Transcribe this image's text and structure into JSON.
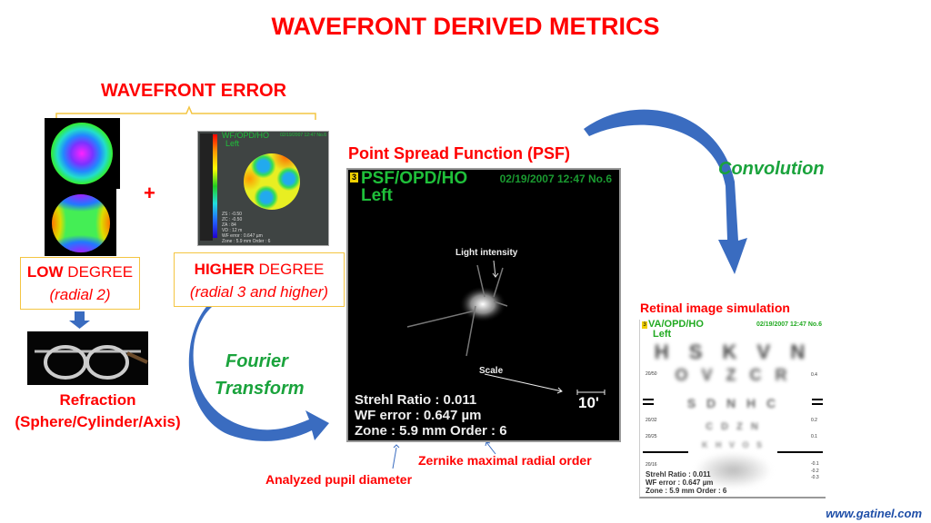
{
  "title": "WAVEFRONT DERIVED METRICS",
  "wavefront_error": {
    "title": "WAVEFRONT ERROR",
    "plus": "+",
    "low": {
      "strong": "LOW",
      "rest": " DEGREE",
      "sub": "(radial 2)"
    },
    "higher": {
      "strong": "HIGHER",
      "rest": " DEGREE",
      "sub": "(radial 3 and higher)"
    },
    "ho_map": {
      "header": "WF/OPD/HO",
      "eye": "Left",
      "date": "02/19/2007 12:47 No.6",
      "lines": [
        "ZS : -0.50",
        "ZC : -0.50",
        "ZA : 84",
        "VD : 12 m"
      ],
      "wf_error": "WF error : 0.647 µm",
      "zone": "Zone : 5.9 mm Order : 6"
    }
  },
  "refraction": {
    "title": "Refraction",
    "sub": "(Sphere/Cylinder/Axis)"
  },
  "fourier": {
    "line1": "Fourier",
    "line2": "Transform"
  },
  "psf": {
    "title": "Point Spread Function (PSF)",
    "badge": "3",
    "header": "PSF/OPD/HO",
    "eye": "Left",
    "date": "02/19/2007 12:47 No.6",
    "light_label": "Light intensity",
    "scale_label": "Scale",
    "scale_value": "10'",
    "strehl": "Strehl Ratio : 0.011",
    "wf_error": "WF error : 0.647 µm",
    "zone": "Zone : 5.9 mm Order : 6"
  },
  "annotations": {
    "pupil": "Analyzed pupil diameter",
    "zernike": "Zernike maximal radial order"
  },
  "convolution": "Convolution",
  "retinal": {
    "title": "Retinal image simulation",
    "badge": "3",
    "header": "VA/OPD/HO",
    "eye": "Left",
    "date": "02/19/2007 12:47 No.6",
    "rows": [
      "H S K V N",
      "O V Z C R",
      "S D N H C",
      "C D Z N",
      "K H V O S"
    ],
    "left_labels": [
      "20/50",
      "20/32",
      "20/25",
      "20/16"
    ],
    "right_labels": [
      "0.4",
      "0.2",
      "0.1",
      "-0.1",
      "-0.2",
      "-0.3"
    ],
    "strehl": "Strehl Ratio : 0.011",
    "wf_error": "WF error : 0.647 µm",
    "zone": "Zone : 5.9 mm Order : 6"
  },
  "footer": "www.gatinel.com",
  "colors": {
    "red": "#ff0000",
    "green": "#1aa33c",
    "arrow_blue": "#3a6cc0",
    "box_border": "#f4c542"
  }
}
